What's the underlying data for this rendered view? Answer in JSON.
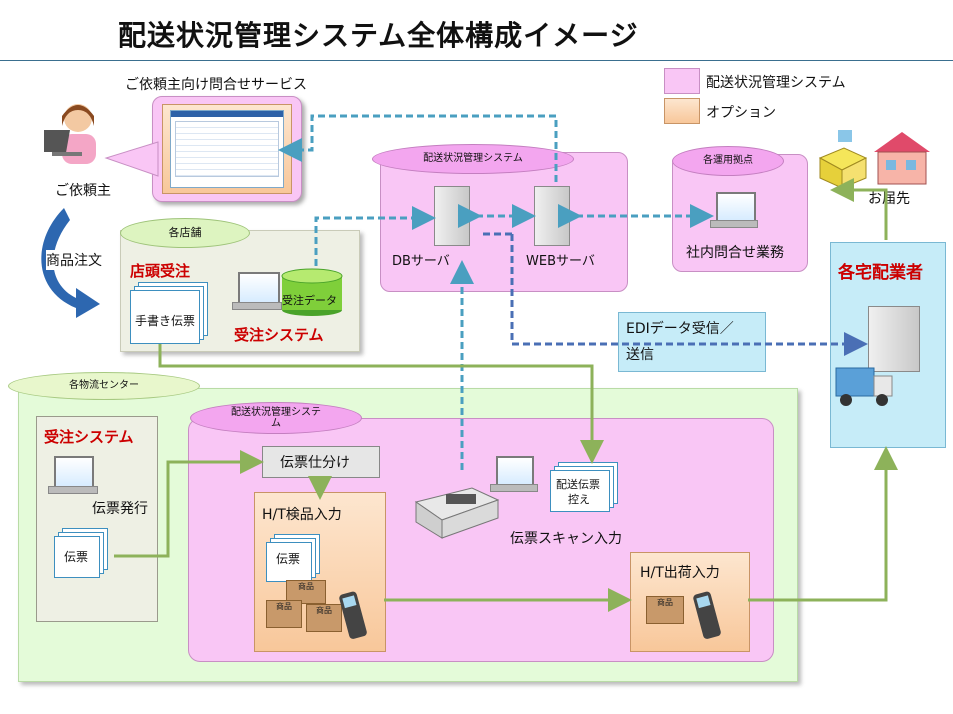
{
  "title": "配送状況管理システム全体構成イメージ",
  "legend": {
    "pink_label": "配送状況管理システム",
    "orange_label": "オプション"
  },
  "customer": {
    "service_label": "ご依頼主向け問合せサービス",
    "client_label": "ご依頼主",
    "order_label": "商品注文"
  },
  "store": {
    "oval": "各店舗",
    "front_order": "店頭受注",
    "handwritten_slip": "手書き伝票",
    "order_data": "受注データ",
    "order_system": "受注システム"
  },
  "central": {
    "oval": "配送状況管理システム",
    "db_server": "DBサーバ",
    "web_server": "WEBサーバ"
  },
  "ops": {
    "oval": "各運用拠点",
    "inquiry": "社内問合せ業務"
  },
  "edi": {
    "label_line1": "EDIデータ受信／",
    "label_line2": "送信"
  },
  "delivery": {
    "destination": "お届先",
    "carrier": "各宅配業者"
  },
  "dc": {
    "oval": "各物流センター",
    "order_system": "受注システム",
    "slip_issue": "伝票発行",
    "slip": "伝票",
    "inner_oval_line1": "配送状況管理システ",
    "inner_oval_line2": "ム",
    "slip_sort": "伝票仕分け",
    "ht_inspect": "H/T検品入力",
    "slip2": "伝票",
    "goods": "商品",
    "delivery_slip_copy_line1": "配送伝票",
    "delivery_slip_copy_line2": "控え",
    "slip_scan": "伝票スキャン入力",
    "ht_ship": "H/T出荷入力"
  },
  "colors": {
    "pink": "#f9c6f5",
    "orange": "#f8c79a",
    "green_area": "#e4fbd9",
    "carrier_blue": "#c6ecf8",
    "dashed_blue": "#4a9fc0",
    "edi_dash": "#4a6fb5",
    "arrow_green": "#8db25a"
  }
}
